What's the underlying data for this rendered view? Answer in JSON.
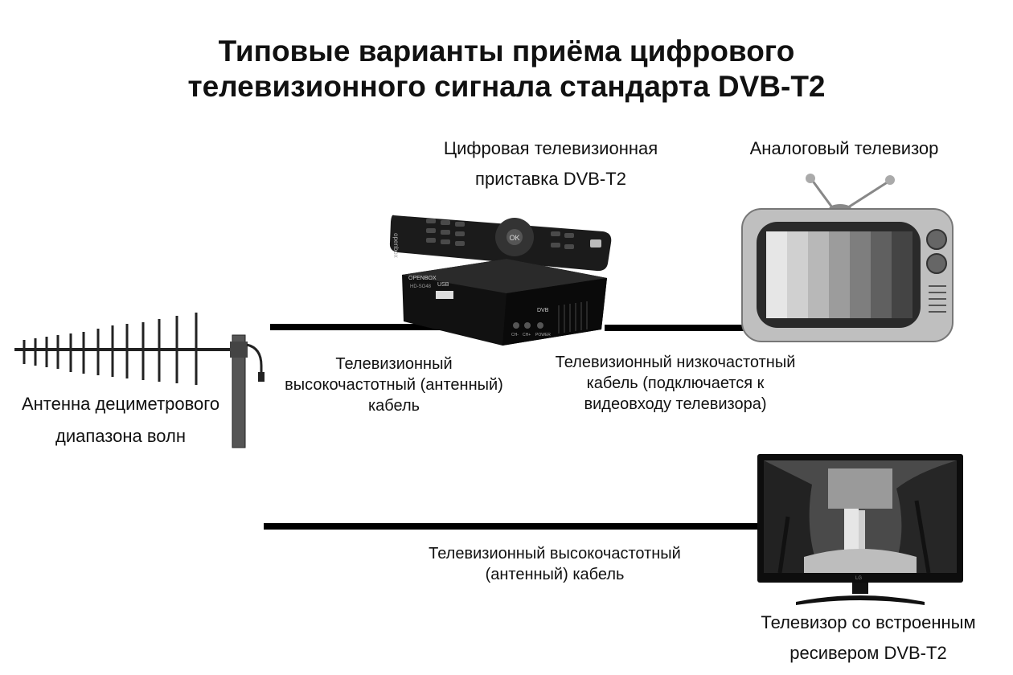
{
  "title": {
    "line1": "Типовые варианты приёма цифрового",
    "line2": "телевизионного сигнала стандарта DVB-T2"
  },
  "labels": {
    "stb_line1": "Цифровая телевизионная",
    "stb_line2": "приставка DVB-T2",
    "analog_tv": "Аналоговый телевизор",
    "antenna_line1": "Антенна дециметрового",
    "antenna_line2": "диапазона волн",
    "rf_cable_line1": "Телевизионный",
    "rf_cable_line2": "высокочастотный (антенный)",
    "rf_cable_line3": "кабель",
    "lf_cable_line1": "Телевизионный низкочастотный",
    "lf_cable_line2": "кабель (подключается к",
    "lf_cable_line3": "видеовходу телевизора)",
    "rf_cable2_line1": "Телевизионный высокочастотный",
    "rf_cable2_line2": "(антенный) кабель",
    "smart_tv_line1": "Телевизор со встроенным",
    "smart_tv_line2": "ресивером DVB-T2"
  },
  "devices": {
    "remote_ok": "OK",
    "remote_brand": "openbox",
    "stb_brand": "OPENBOX",
    "stb_model": "HD-SO48",
    "stb_usb": "USB",
    "stb_buttons": [
      "CH-",
      "CH+",
      "POWER"
    ],
    "stb_dvb_badge": "DVB",
    "tv_brand": "LG"
  },
  "colors": {
    "cable": "#000000",
    "text": "#111111"
  }
}
